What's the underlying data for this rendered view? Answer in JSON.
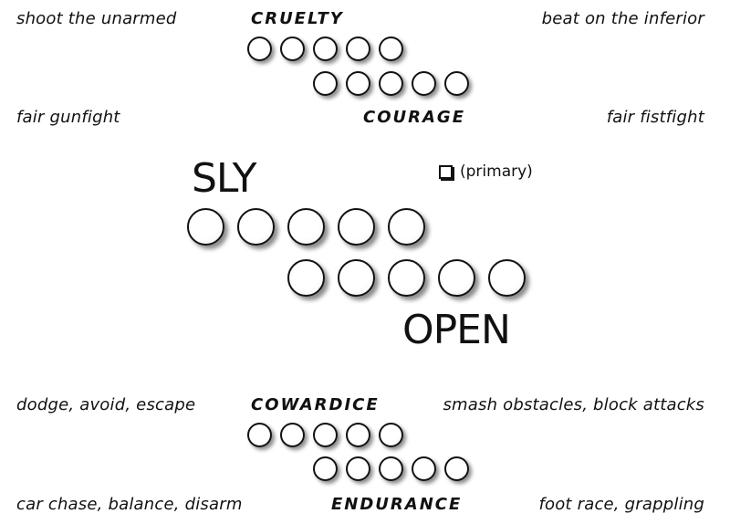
{
  "cruelty_section": {
    "heading": "CRUELTY",
    "left_note": "shoot the unarmed",
    "right_note": "beat on the inferior"
  },
  "courage_section": {
    "heading": "COURAGE",
    "left_note": "fair gunfight",
    "right_note": "fair fistfight"
  },
  "main_section": {
    "left_label": "SLY",
    "right_label": "OPEN",
    "checkbox_label": "(primary)"
  },
  "cowardice_section": {
    "heading": "COWARDICE",
    "left_note": "dodge, avoid, escape",
    "right_note": "smash obstacles, block attacks"
  },
  "endurance_section": {
    "heading": "ENDURANCE",
    "left_note": "car chase, balance, disarm",
    "right_note": "foot race, grappling"
  }
}
